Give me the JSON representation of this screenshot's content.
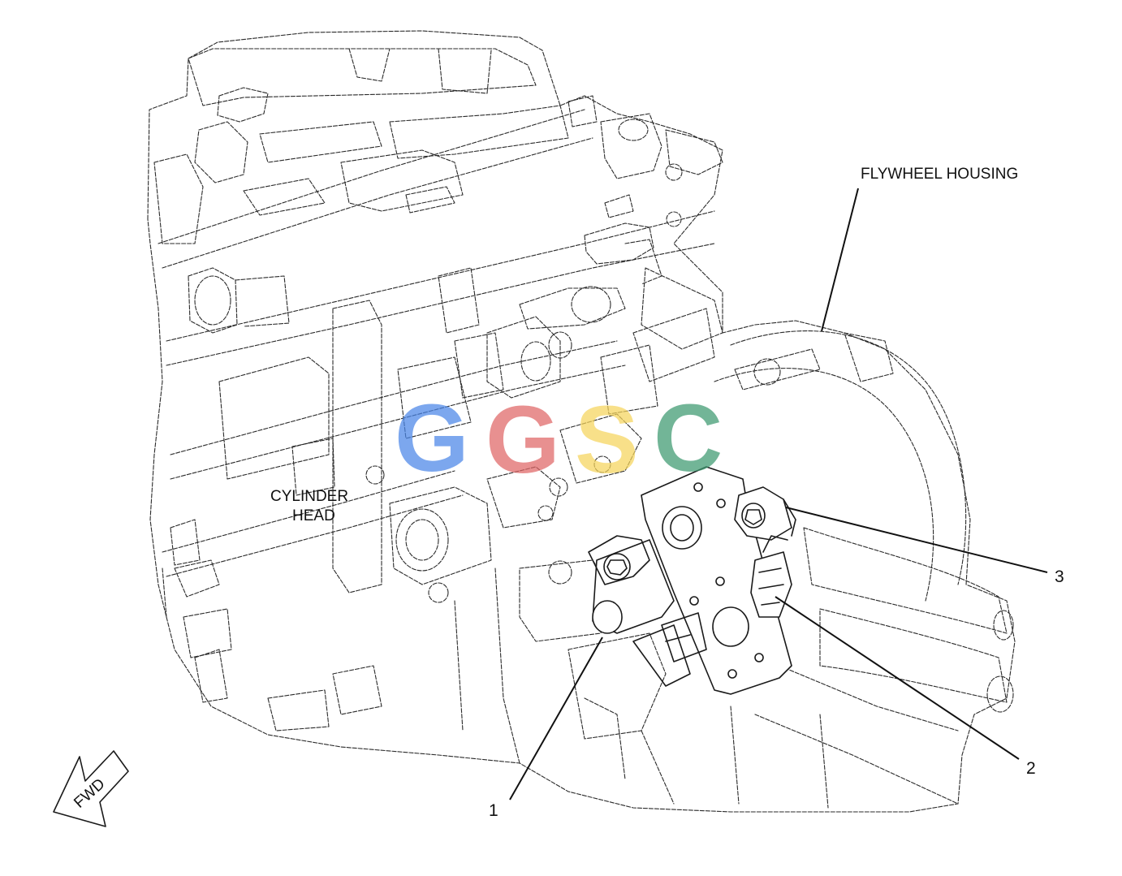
{
  "labels": {
    "flywheel_housing": "FLYWHEEL HOUSING",
    "cylinder_head_line1": "CYLINDER",
    "cylinder_head_line2": "HEAD",
    "fwd": "FWD"
  },
  "callouts": [
    {
      "number": "1"
    },
    {
      "number": "2"
    },
    {
      "number": "3"
    }
  ],
  "watermark": {
    "letters": [
      "G",
      "G",
      "S",
      "C"
    ],
    "colors": [
      "#4a86e8",
      "#e06666",
      "#f6d55c",
      "#3d9970"
    ]
  }
}
